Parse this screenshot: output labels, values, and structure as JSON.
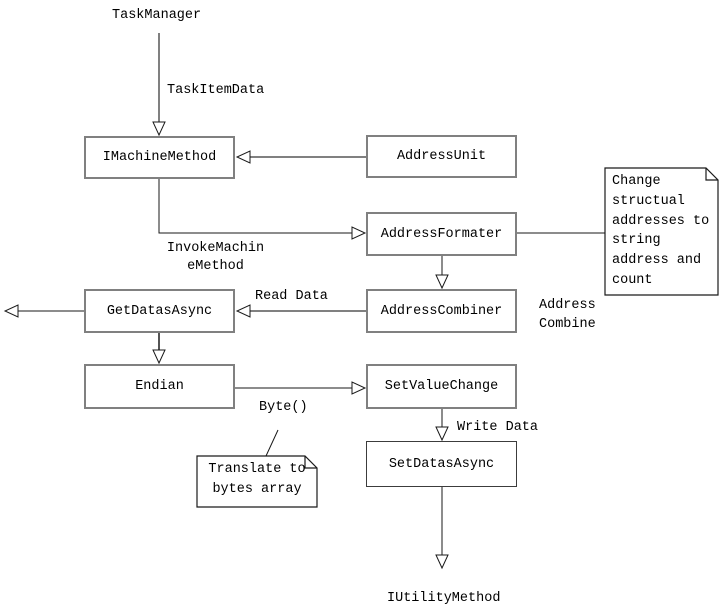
{
  "colors": {
    "background": "#ffffff",
    "box_border": "#808080",
    "black_line": "#1a1a1a",
    "gray_line": "#808080",
    "text": "#000000"
  },
  "nodes": {
    "imachine_method": "IMachineMethod",
    "address_unit": "AddressUnit",
    "address_formater": "AddressFormater",
    "address_combiner": "AddressCombiner",
    "get_datas_async": "GetDatasAsync",
    "endian": "Endian",
    "set_value_change": "SetValueChange",
    "set_datas_async": "SetDatasAsync"
  },
  "labels": {
    "task_manager": "TaskManager",
    "task_item_data": "TaskItemData",
    "invoke_machine_method": "InvokeMachin\neMethod",
    "read_data": "Read Data",
    "address_combine": "Address\nCombine",
    "byte": "Byte()",
    "write_data": "Write Data",
    "iutility_method": "IUtilityMethod"
  },
  "notes": {
    "change_structural": "Change\nstructual\naddresses to\nstring\naddress and\ncount",
    "translate_bytes": "Translate to\nbytes array"
  }
}
